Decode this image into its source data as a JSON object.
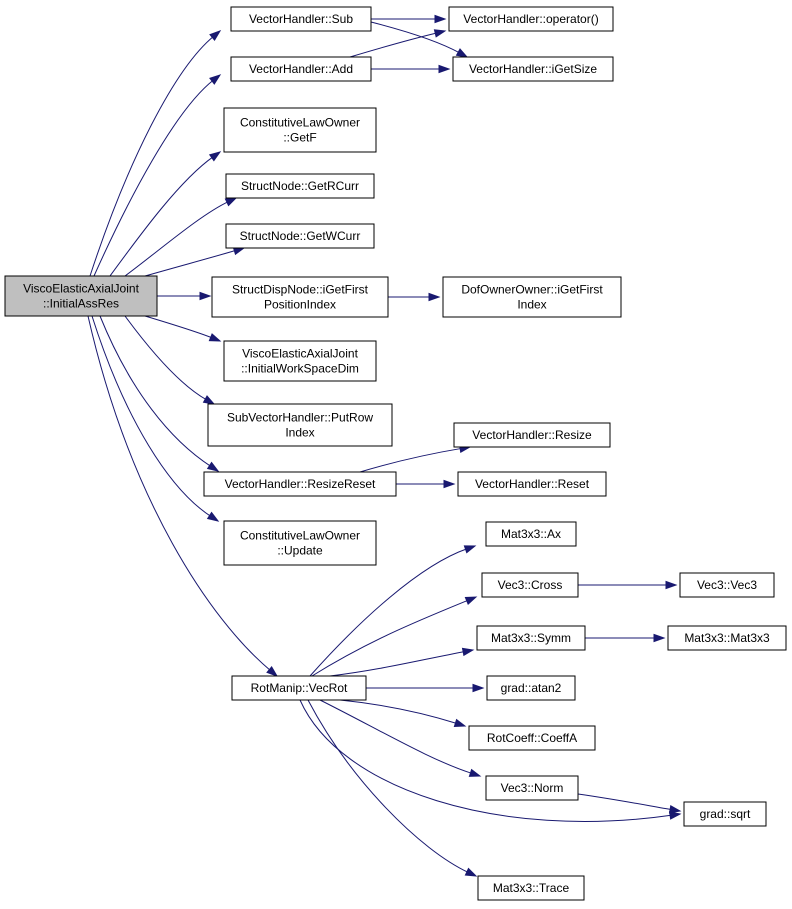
{
  "colors": {
    "edge": "#191970",
    "root_fill": "#bfbfbf",
    "node_fill": "#ffffff",
    "node_stroke": "#000000"
  },
  "nodes": [
    {
      "id": "root",
      "lines": [
        "ViscoElasticAxialJoint",
        "::InitialAssRes"
      ]
    },
    {
      "id": "vh_sub",
      "lines": [
        "VectorHandler::Sub"
      ]
    },
    {
      "id": "vh_add",
      "lines": [
        "VectorHandler::Add"
      ]
    },
    {
      "id": "vh_op",
      "lines": [
        "VectorHandler::operator()"
      ]
    },
    {
      "id": "vh_getsize",
      "lines": [
        "VectorHandler::iGetSize"
      ]
    },
    {
      "id": "clo_getf",
      "lines": [
        "ConstitutiveLawOwner",
        "::GetF"
      ]
    },
    {
      "id": "sn_getrcurr",
      "lines": [
        "StructNode::GetRCurr"
      ]
    },
    {
      "id": "sn_getwcurr",
      "lines": [
        "StructNode::GetWCurr"
      ]
    },
    {
      "id": "sdn_first",
      "lines": [
        "StructDispNode::iGetFirst",
        "PositionIndex"
      ]
    },
    {
      "id": "doo_first",
      "lines": [
        "DofOwnerOwner::iGetFirst",
        "Index"
      ]
    },
    {
      "id": "veaj_iwsd",
      "lines": [
        "ViscoElasticAxialJoint",
        "::InitialWorkSpaceDim"
      ]
    },
    {
      "id": "svh_putrow",
      "lines": [
        "SubVectorHandler::PutRow",
        "Index"
      ]
    },
    {
      "id": "vh_resizereset",
      "lines": [
        "VectorHandler::ResizeReset"
      ]
    },
    {
      "id": "vh_resize",
      "lines": [
        "VectorHandler::Resize"
      ]
    },
    {
      "id": "vh_reset",
      "lines": [
        "VectorHandler::Reset"
      ]
    },
    {
      "id": "clo_update",
      "lines": [
        "ConstitutiveLawOwner",
        "::Update"
      ]
    },
    {
      "id": "rm_vecrot",
      "lines": [
        "RotManip::VecRot"
      ]
    },
    {
      "id": "m_ax",
      "lines": [
        "Mat3x3::Ax"
      ]
    },
    {
      "id": "v_cross",
      "lines": [
        "Vec3::Cross"
      ]
    },
    {
      "id": "v_vec3",
      "lines": [
        "Vec3::Vec3"
      ]
    },
    {
      "id": "m_symm",
      "lines": [
        "Mat3x3::Symm"
      ]
    },
    {
      "id": "m_mat3x3",
      "lines": [
        "Mat3x3::Mat3x3"
      ]
    },
    {
      "id": "g_atan2",
      "lines": [
        "grad::atan2"
      ]
    },
    {
      "id": "rc_coeffa",
      "lines": [
        "RotCoeff::CoeffA"
      ]
    },
    {
      "id": "v_norm",
      "lines": [
        "Vec3::Norm"
      ]
    },
    {
      "id": "g_sqrt",
      "lines": [
        "grad::sqrt"
      ]
    },
    {
      "id": "m_trace",
      "lines": [
        "Mat3x3::Trace"
      ]
    }
  ],
  "edges": [
    {
      "from": "root",
      "to": "vh_sub"
    },
    {
      "from": "root",
      "to": "vh_add"
    },
    {
      "from": "root",
      "to": "clo_getf"
    },
    {
      "from": "root",
      "to": "sn_getrcurr"
    },
    {
      "from": "root",
      "to": "sn_getwcurr"
    },
    {
      "from": "root",
      "to": "sdn_first"
    },
    {
      "from": "root",
      "to": "veaj_iwsd"
    },
    {
      "from": "root",
      "to": "svh_putrow"
    },
    {
      "from": "root",
      "to": "vh_resizereset"
    },
    {
      "from": "root",
      "to": "clo_update"
    },
    {
      "from": "root",
      "to": "rm_vecrot"
    },
    {
      "from": "vh_sub",
      "to": "vh_op"
    },
    {
      "from": "vh_sub",
      "to": "vh_getsize"
    },
    {
      "from": "vh_add",
      "to": "vh_op"
    },
    {
      "from": "vh_add",
      "to": "vh_getsize"
    },
    {
      "from": "sdn_first",
      "to": "doo_first"
    },
    {
      "from": "vh_resizereset",
      "to": "vh_resize"
    },
    {
      "from": "vh_resizereset",
      "to": "vh_reset"
    },
    {
      "from": "rm_vecrot",
      "to": "m_ax"
    },
    {
      "from": "rm_vecrot",
      "to": "v_cross"
    },
    {
      "from": "rm_vecrot",
      "to": "m_symm"
    },
    {
      "from": "rm_vecrot",
      "to": "g_atan2"
    },
    {
      "from": "rm_vecrot",
      "to": "rc_coeffa"
    },
    {
      "from": "rm_vecrot",
      "to": "v_norm"
    },
    {
      "from": "rm_vecrot",
      "to": "g_sqrt"
    },
    {
      "from": "rm_vecrot",
      "to": "m_trace"
    },
    {
      "from": "v_cross",
      "to": "v_vec3"
    },
    {
      "from": "m_symm",
      "to": "m_mat3x3"
    },
    {
      "from": "v_norm",
      "to": "g_sqrt"
    }
  ]
}
